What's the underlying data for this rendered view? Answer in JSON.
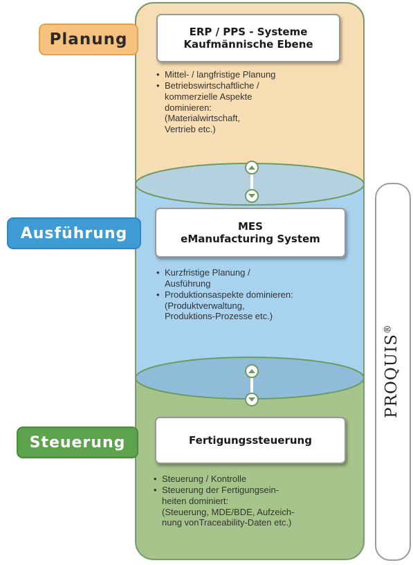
{
  "levels": {
    "planung": {
      "tab_label": "Planung",
      "box_line1": "ERP / PPS - Systeme",
      "box_line2": "Kaufmännische Ebene",
      "bullet1": "Mittel- / langfristige Planung",
      "bullet2_lines": [
        "Betriebswirtschaftliche /",
        "kommerzielle Aspekte",
        "dominieren:",
        "(Materialwirtschaft,",
        "Vertrieb etc.)"
      ]
    },
    "ausfuehrung": {
      "tab_label": "Ausführung",
      "box_line1": "MES",
      "box_line2": "eManufacturing System",
      "bullet1_lines": [
        "Kurzfristige Planung /",
        "Ausführung"
      ],
      "bullet2_lines": [
        "Produktionsaspekte dominieren:",
        "(Produktverwaltung,",
        "Produktions-Prozesse etc.)"
      ]
    },
    "steuerung": {
      "tab_label": "Steuerung",
      "box_line1": "Fertigungssteuerung",
      "bullet1": "Steuerung / Kontrolle",
      "bullet2_lines": [
        "Steuerung der Fertigungsein-",
        "heiten dominiert:",
        "(Steuerung, MDE/BDE, Aufzeich-",
        "nung vonTraceability-Daten etc.)"
      ]
    }
  },
  "side_bar": {
    "label": "PROQUIS",
    "mark": "®"
  },
  "colors": {
    "planung_bg": "#f7ddb4",
    "planung_tab": "#f6c27d",
    "ausfuehrung_bg": "#a9d2ee",
    "ausfuehrung_tab": "#3e9bd3",
    "steuerung_bg": "#a7c48c",
    "steuerung_tab": "#5da34e",
    "outline": "#7a9a6c"
  },
  "icons": {
    "arrow_up": "chevron-up-icon",
    "arrow_down": "chevron-down-icon"
  }
}
